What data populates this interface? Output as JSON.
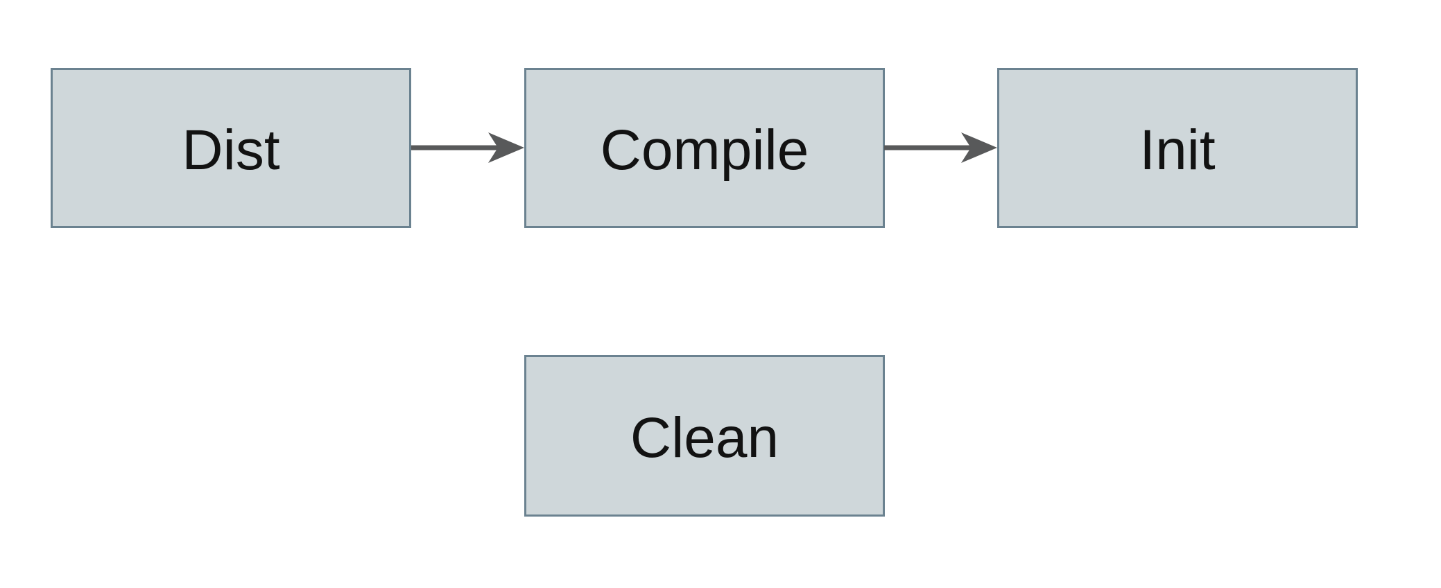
{
  "diagram": {
    "title": "build-targets-flow",
    "nodes": [
      {
        "id": "dist",
        "label": "Dist"
      },
      {
        "id": "compile",
        "label": "Compile"
      },
      {
        "id": "init",
        "label": "Init"
      },
      {
        "id": "clean",
        "label": "Clean"
      }
    ],
    "edges": [
      {
        "from": "dist",
        "to": "compile",
        "direction": "right"
      },
      {
        "from": "compile",
        "to": "init",
        "direction": "right"
      }
    ],
    "colors": {
      "node_fill": "#cfd7da",
      "node_border": "#6b8290",
      "arrow": "#58595a",
      "text": "#121212",
      "background": "#ffffff"
    }
  }
}
